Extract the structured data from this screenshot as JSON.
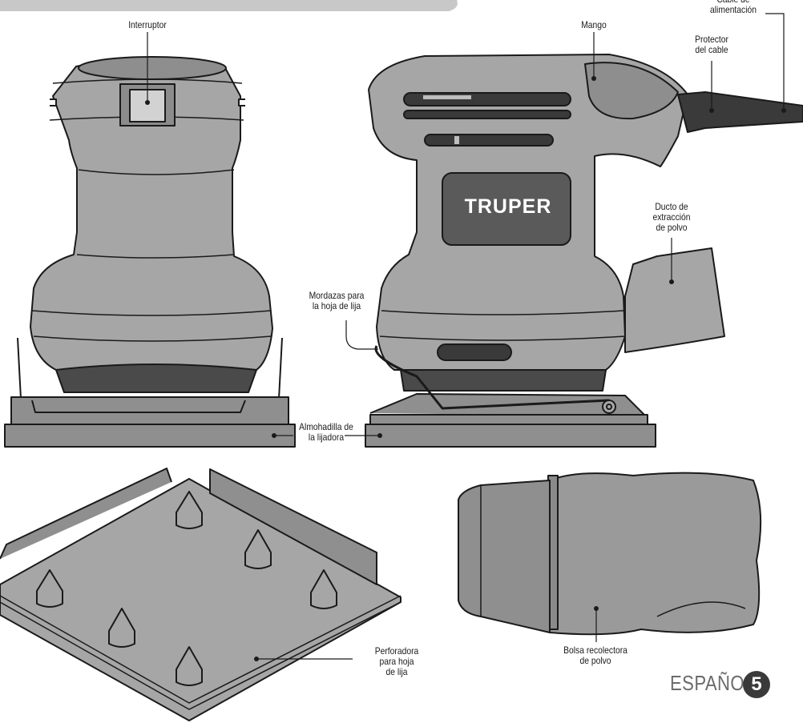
{
  "labels": {
    "interruptor": "Interruptor",
    "mango": "Mango",
    "cable": "Cable de\nalimentación",
    "protector": "Protector\ndel cable",
    "ducto": "Ducto de\nextracción\nde polvo",
    "mordazas": "Mordazas para\nla hoja de lija",
    "almohadilla": "Almohadilla de\nla lijadora",
    "perforadora": "Perforadora\npara hoja\nde lija",
    "bolsa": "Bolsa recolectora\nde polvo"
  },
  "brand": "TRUPER",
  "footer": {
    "language": "ESPAÑOL",
    "page": "5"
  },
  "colors": {
    "body": "#a6a6a6",
    "dark": "#3c3c3c",
    "pad": "#8f8f8f",
    "line": "#1a1a1a",
    "bag": "#9a9a9a"
  }
}
